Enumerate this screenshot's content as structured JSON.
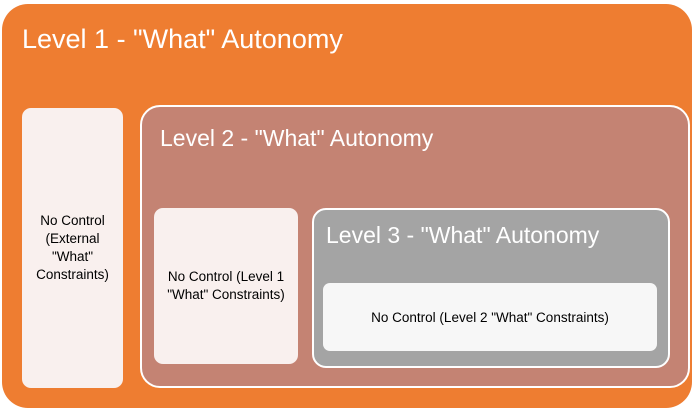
{
  "level1": {
    "title": "Level 1 - \"What\" Autonomy",
    "no_control": "No Control (External \"What\" Constraints)"
  },
  "level2": {
    "title": "Level 2 - \"What\" Autonomy",
    "no_control": "No Control (Level 1 \"What\" Constraints)"
  },
  "level3": {
    "title": "Level 3 - \"What\" Autonomy",
    "no_control": "No Control (Level 2 \"What\" Constraints)"
  },
  "colors": {
    "level1_fill": "#ee7d31",
    "level2_fill": "#c48373",
    "level3_fill": "#a4a4a4",
    "box_fill": "#f9f0ee"
  }
}
